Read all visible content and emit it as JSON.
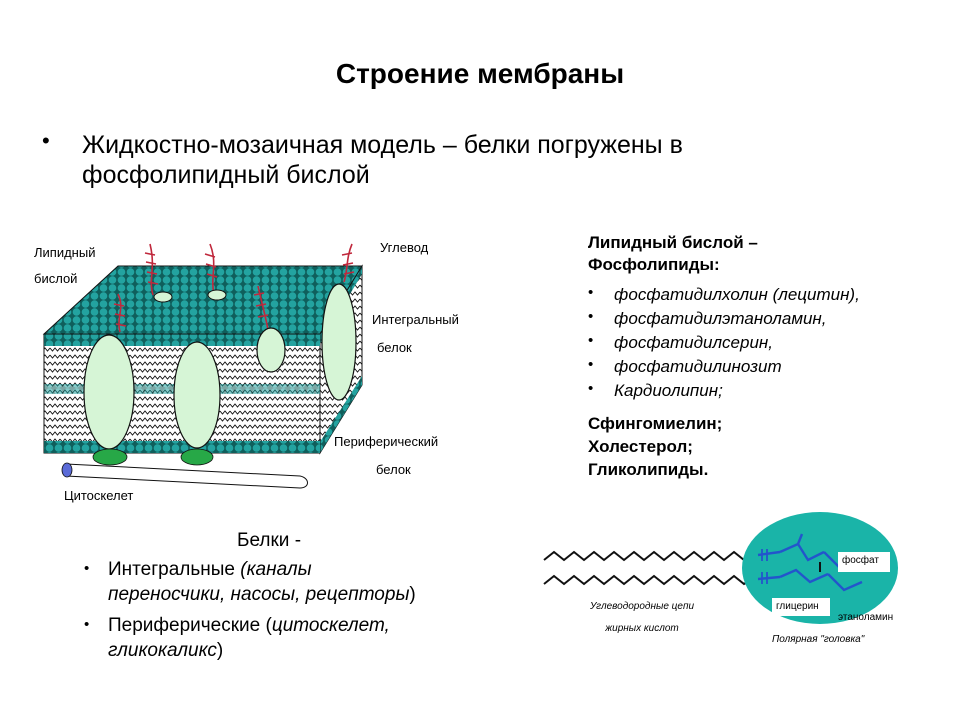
{
  "title": "Строение мембраны",
  "intro": {
    "bullet": "•",
    "text_line1": "Жидкостно-мозаичная модель – белки погружены в",
    "text_line2": "фосфолипидный бислой"
  },
  "membrane_labels": {
    "lipid_bilayer_line1": "Липидный",
    "lipid_bilayer_line2": "бислой",
    "carbohydrate": "Углевод",
    "integral_line1": "Интегральный",
    "integral_line2": "белок",
    "peripheral_line1": "Периферический",
    "peripheral_line2": "белок",
    "cytoskeleton": "Цитоскелет"
  },
  "lipids": {
    "heading_line1": "Липидный бислой –",
    "heading_line2": "Фосфолипиды:",
    "items": [
      "фосфатидилхолин (лецитин),",
      "фосфатидилэтаноламин,",
      "фосфатидилсерин,",
      "фосфатидилинозит",
      "Кардиолипин;"
    ],
    "extra": [
      "Сфингомиелин;",
      "Холестерол;",
      "Гликолипиды."
    ]
  },
  "proteins": {
    "heading": "Белки -",
    "items": [
      {
        "main": "Интегральные ",
        "detail_line1": "(каналы",
        "detail_line2": "переносчики, насосы, рецепторы",
        "tail": ")"
      },
      {
        "main": "Периферические (",
        "detail_line1": "цитоскелет,",
        "detail_line2": "гликокаликс",
        "tail": ")"
      }
    ]
  },
  "phospholipid": {
    "tails_label_line1": "Углеводородные цепи",
    "tails_label_line2": "жирных кислот",
    "phosphate": "фосфат",
    "glycerol": "глицерин",
    "ethanolamine": "этаноламин",
    "head_caption": "Полярная \"головка\""
  },
  "colors": {
    "head_teal": "#1f9b99",
    "protein_fill": "#d6f5d6",
    "peripheral_green": "#27a847",
    "carbohydrate_red": "#c0283c",
    "head_circle": "#1ab4a8",
    "chem_blue": "#2355cc"
  }
}
